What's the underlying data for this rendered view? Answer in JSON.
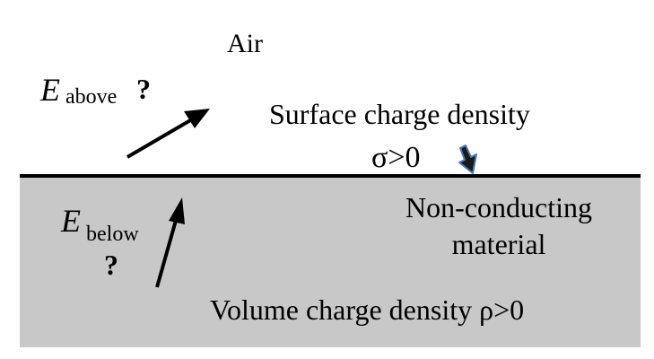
{
  "labels": {
    "air": "Air",
    "e_above_symbol": "E",
    "e_above_subscript": "above",
    "e_above_question": "?",
    "surface_charge": "Surface charge density",
    "sigma": "σ>0",
    "e_below_symbol": "E",
    "e_below_subscript": "below",
    "e_below_question": "?",
    "material_line1": "Non-conducting",
    "material_line2": "material",
    "volume_charge": "Volume charge density ρ>0"
  },
  "colors": {
    "material_fill": "#c8c8c8",
    "interface_line": "#000000",
    "arrow": "#000000",
    "sigma_arrow_fill": "#1a1a1a",
    "sigma_arrow_outline": "#4a78b8"
  },
  "icons": {
    "field_arrow": "arrow-icon",
    "sigma_pointer": "down-arrow-icon"
  }
}
